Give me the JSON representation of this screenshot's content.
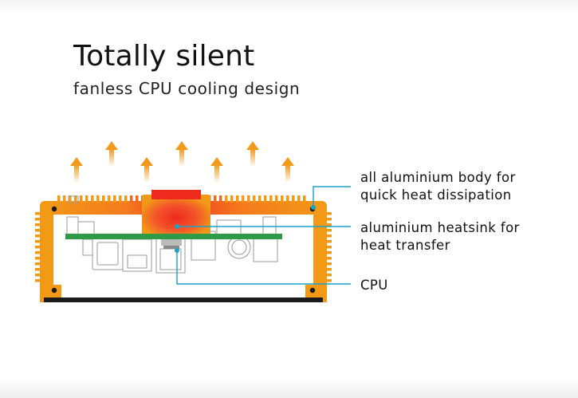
{
  "header": {
    "title": "Totally silent",
    "subtitle": "fanless CPU cooling design"
  },
  "callouts": [
    {
      "line1": "all aluminium body for",
      "line2": "quick heat dissipation"
    },
    {
      "line1": "aluminium heatsink for",
      "line2": "heat transfer"
    },
    {
      "line1": "CPU",
      "line2": ""
    }
  ],
  "colors": {
    "body": "#f29a16",
    "heat_core": "#ee2a1e",
    "pcb": "#2f9a47",
    "leader": "#1aa2c9",
    "arrow": "#f39a1c",
    "base": "#1a1a1a"
  }
}
